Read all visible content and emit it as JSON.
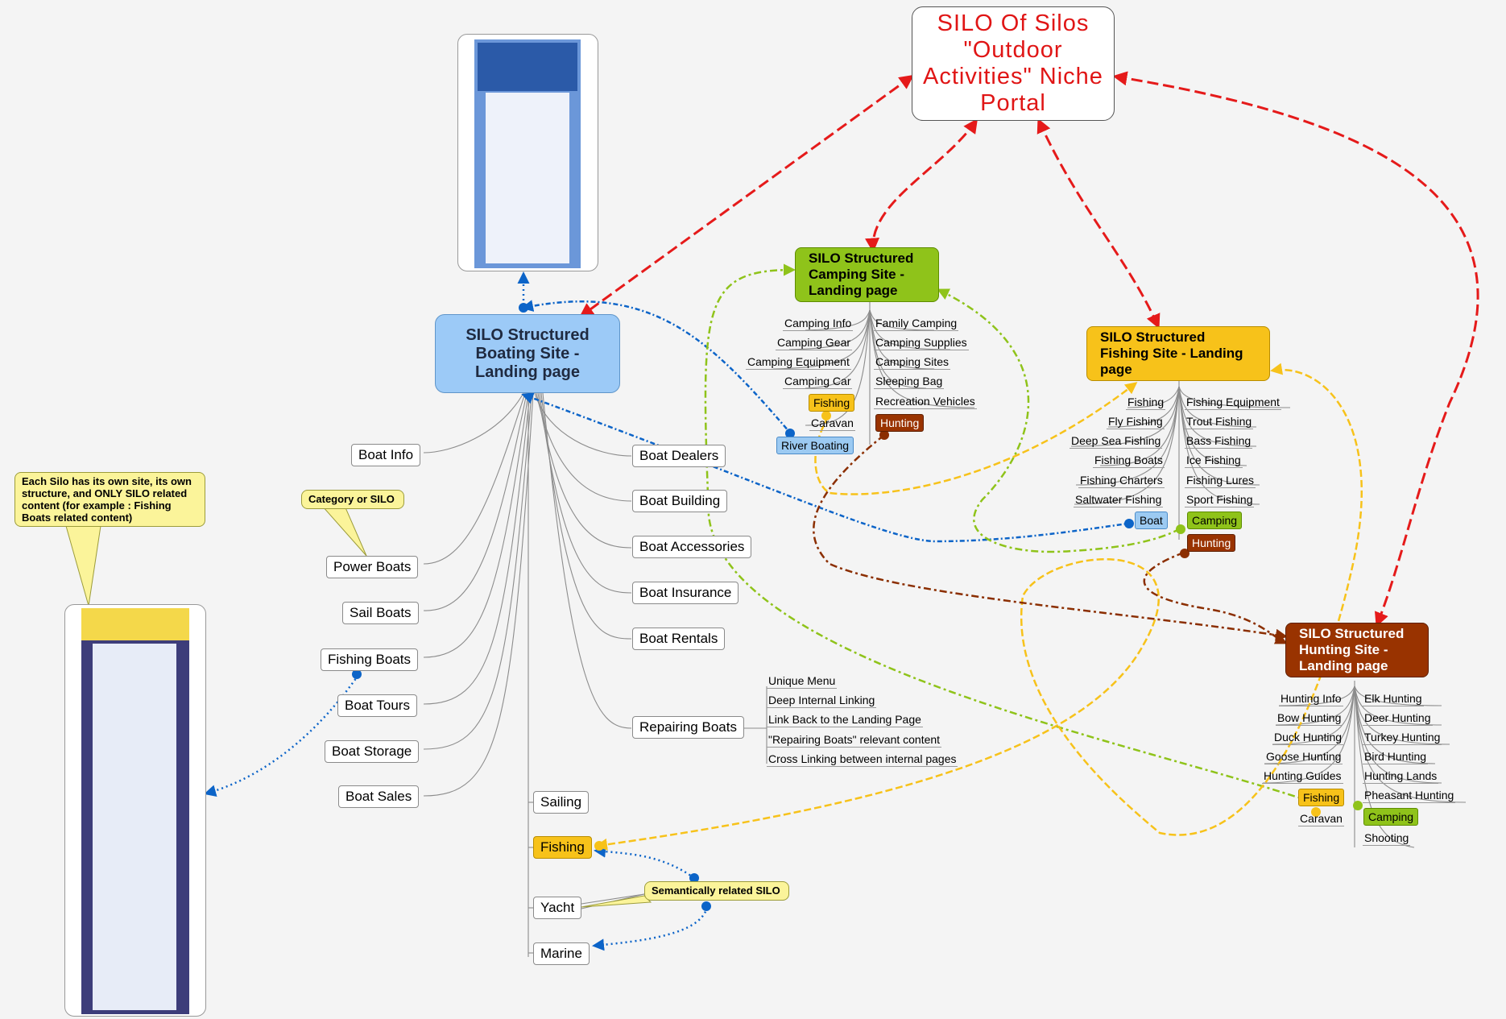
{
  "portal": {
    "title": "SILO Of Silos \"Outdoor Activities\" Niche Portal"
  },
  "boating": {
    "title": "SILO Structured Boating Site - Landing page",
    "left_branches": [
      "Boat Info",
      "Power Boats",
      "Sail Boats",
      "Fishing Boats",
      "Boat Tours",
      "Boat Storage",
      "Boat Sales"
    ],
    "right_branches": [
      "Boat Dealers",
      "Boat Building",
      "Boat Accessories",
      "Boat Insurance",
      "Boat Rentals",
      "Repairing Boats"
    ],
    "bottom_branches": [
      "Sailing",
      "Fishing",
      "Yacht",
      "Marine"
    ],
    "repairing_subitems": [
      "Unique Menu",
      "Deep Internal Linking",
      "Link Back to the Landing Page",
      "\"Repairing Boats\" relevant content",
      "Cross Linking between internal pages"
    ]
  },
  "camping": {
    "title": "SILO Structured Camping Site - Landing page",
    "left": [
      "Camping Info",
      "Camping Gear",
      "Camping Equipment",
      "Camping Car",
      "Caravan"
    ],
    "right": [
      "Family Camping",
      "Camping Supplies",
      "Camping Sites",
      "Sleeping Bag",
      "Recreation Vehicles"
    ],
    "tags": {
      "fishing": "Fishing",
      "river_boating": "River Boating",
      "hunting": "Hunting"
    }
  },
  "fishing": {
    "title": "SILO Structured Fishing Site - Landing page",
    "left": [
      "Fishing",
      "Fly Fishing",
      "Deep Sea Fishing",
      "Fishing Boats",
      "Fishing Charters",
      "Saltwater Fishing"
    ],
    "right": [
      "Fishing Equipment",
      "Trout Fishing",
      "Bass Fishing",
      "Ice Fishing",
      "Fishing Lures",
      "Sport Fishing"
    ],
    "tags": {
      "boat": "Boat",
      "camping": "Camping",
      "hunting": "Hunting"
    }
  },
  "hunting": {
    "title": "SILO Structured Hunting Site - Landing page",
    "left": [
      "Hunting Info",
      "Bow Hunting",
      "Duck Hunting",
      "Goose Hunting",
      "Hunting Guides",
      "Caravan"
    ],
    "right": [
      "Elk Hunting",
      "Deer Hunting",
      "Turkey Hunting",
      "Bird Hunting",
      "Hunting Lands",
      "Pheasant Hunting",
      "Shooting"
    ],
    "tags": {
      "fishing": "Fishing",
      "camping": "Camping"
    }
  },
  "callouts": {
    "each_silo": "Each Silo has its own site, its own structure, and ONLY SILO related content (for example : Fishing Boats related content)",
    "category": "Category or SILO",
    "semantic": "Semantically related SILO"
  },
  "colors": {
    "red": "#e51a1a",
    "blue": "#0c64c8",
    "green": "#8fc31a",
    "yellow": "#f7c21a",
    "brown": "#8b2e00"
  }
}
